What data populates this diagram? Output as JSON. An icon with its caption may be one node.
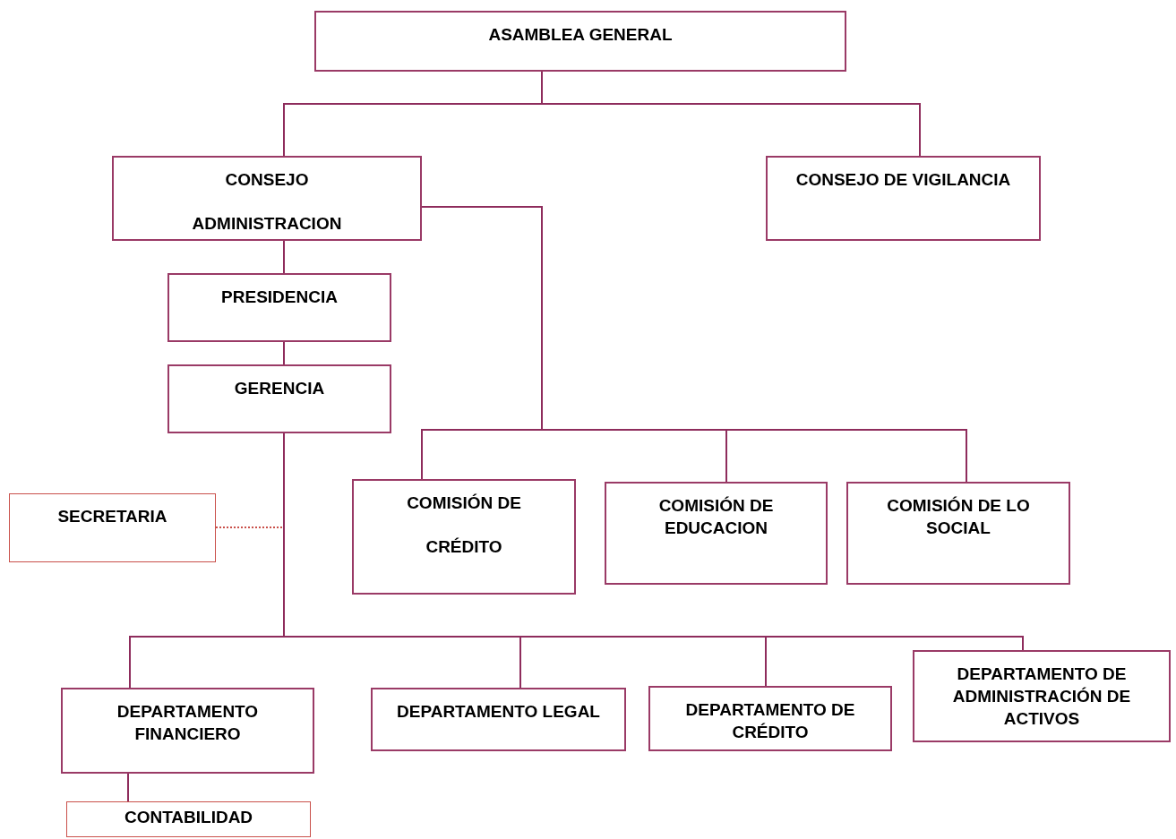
{
  "diagram": {
    "nodes": [
      {
        "text": [
          "ASAMBLEA GENERAL"
        ]
      },
      {
        "text": [
          "CONSEJO",
          "ADMINISTRACION"
        ]
      },
      {
        "text": [
          "CONSEJO DE VIGILANCIA"
        ]
      },
      {
        "text": [
          "PRESIDENCIA"
        ]
      },
      {
        "text": [
          "GERENCIA"
        ]
      },
      {
        "text": [
          "SECRETARIA"
        ]
      },
      {
        "text": [
          "COMISIÓN DE",
          "CRÉDITO"
        ]
      },
      {
        "text": [
          "COMISIÓN DE EDUCACION"
        ]
      },
      {
        "text": [
          "COMISIÓN DE LO SOCIAL"
        ]
      },
      {
        "text": [
          "DEPARTAMENTO FINANCIERO"
        ]
      },
      {
        "text": [
          "DEPARTAMENTO LEGAL"
        ]
      },
      {
        "text": [
          "DEPARTAMENTO DE CRÉDITO"
        ]
      },
      {
        "text": [
          "DEPARTAMENTO DE ADMINISTRACIÓN DE ACTIVOS"
        ]
      },
      {
        "text": [
          "CONTABILIDAD"
        ]
      }
    ],
    "edges": [
      {
        "from": 0,
        "to": 1,
        "arrow": "none"
      },
      {
        "from": 0,
        "to": 2,
        "arrow": "none"
      },
      {
        "from": 1,
        "to": 3,
        "arrow": "none"
      },
      {
        "from": 3,
        "to": 4,
        "arrow": "none"
      },
      {
        "from": 1,
        "to": 6,
        "arrow": "none"
      },
      {
        "from": 1,
        "to": 7,
        "arrow": "none"
      },
      {
        "from": 1,
        "to": 8,
        "arrow": "none"
      },
      {
        "from": 5,
        "to": 4,
        "arrow": "none",
        "style": "dashed"
      },
      {
        "from": 4,
        "to": 9,
        "arrow": "none"
      },
      {
        "from": 4,
        "to": 10,
        "arrow": "none"
      },
      {
        "from": 4,
        "to": 11,
        "arrow": "none"
      },
      {
        "from": 4,
        "to": 12,
        "arrow": "none"
      },
      {
        "from": 9,
        "to": 13,
        "arrow": "none"
      }
    ]
  }
}
